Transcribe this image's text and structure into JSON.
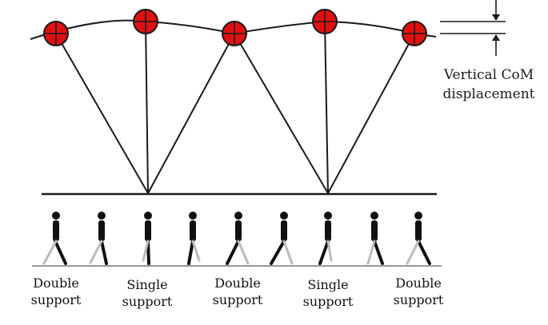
{
  "annotation": {
    "line1": "Vertical CoM",
    "line2": "displacement"
  },
  "phases": [
    {
      "line1": "Double",
      "line2": "support"
    },
    {
      "line1": "Single",
      "line2": "support"
    },
    {
      "line1": "Double",
      "line2": "support"
    },
    {
      "line1": "Single",
      "line2": "support"
    },
    {
      "line1": "Double",
      "line2": "support"
    }
  ],
  "colors": {
    "com_marker": "#e01010",
    "line": "#1a1a1a",
    "walker": "#111111"
  }
}
